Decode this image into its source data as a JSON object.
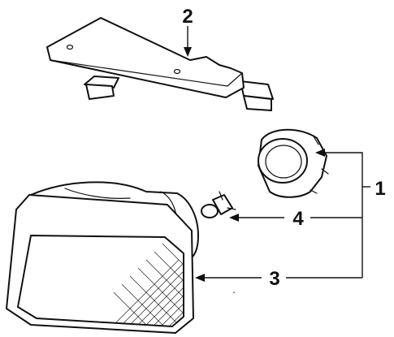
{
  "callouts": {
    "c1": "1",
    "c2": "2",
    "c3": "3",
    "c4": "4"
  },
  "colors": {
    "ink": "#111111",
    "background": "#ffffff"
  }
}
